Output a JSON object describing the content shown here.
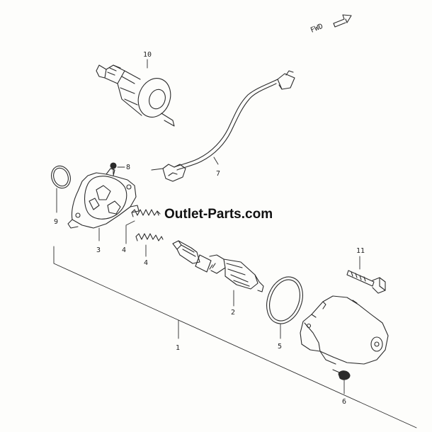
{
  "diagram": {
    "watermark": "Outlet-Parts.com",
    "direction_label": "FWD",
    "callouts": [
      {
        "id": "c1",
        "text": "1"
      },
      {
        "id": "c2",
        "text": "2"
      },
      {
        "id": "c3",
        "text": "3"
      },
      {
        "id": "c4a",
        "text": "4"
      },
      {
        "id": "c4b",
        "text": "4"
      },
      {
        "id": "c5",
        "text": "5"
      },
      {
        "id": "c6",
        "text": "6"
      },
      {
        "id": "c7",
        "text": "7"
      },
      {
        "id": "c8",
        "text": "8"
      },
      {
        "id": "c9",
        "text": "9"
      },
      {
        "id": "c10",
        "text": "10"
      },
      {
        "id": "c11",
        "text": "11"
      }
    ]
  },
  "colors": {
    "ink": "#2b2b2b",
    "paper": "#fdfdfb"
  }
}
